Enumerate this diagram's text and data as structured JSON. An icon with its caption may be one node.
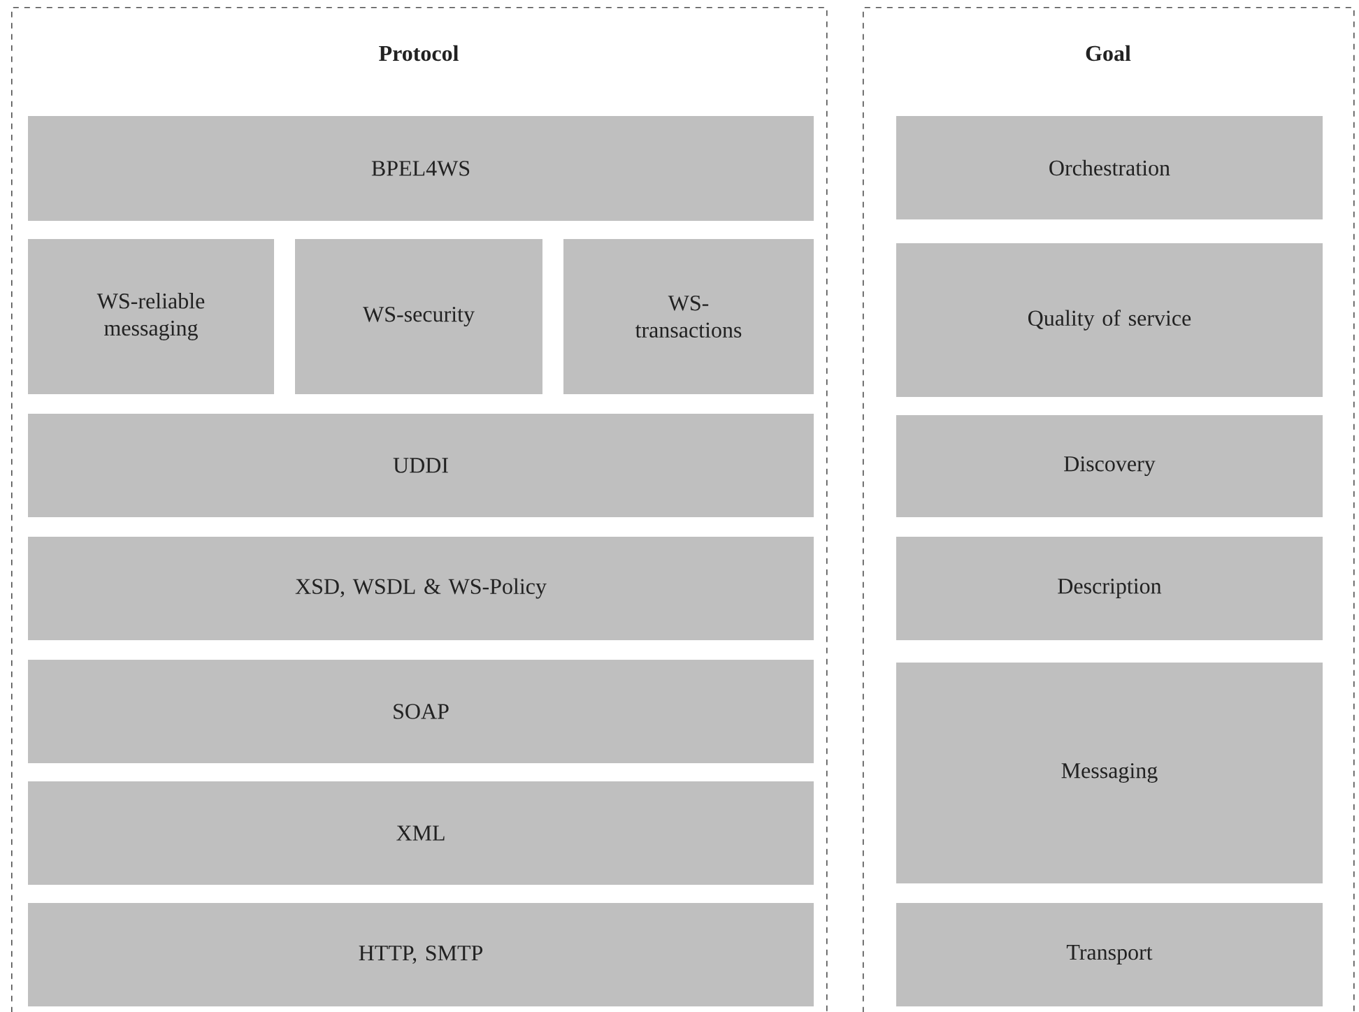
{
  "diagram": {
    "nodes": [
      {
        "text": [
          "Protocol"
        ]
      },
      {
        "text": [
          "BPEL4WS"
        ],
        "in": 0
      },
      {
        "text": [
          "WS-reliable messaging"
        ],
        "in": 0
      },
      {
        "text": [
          "WS-security"
        ],
        "in": 0
      },
      {
        "text": [
          "WS-transactions"
        ],
        "in": 0
      },
      {
        "text": [
          "UDDI"
        ],
        "in": 0
      },
      {
        "text": [
          "XSD, WSDL & WS-Policy"
        ],
        "in": 0
      },
      {
        "text": [
          "SOAP"
        ],
        "in": 0
      },
      {
        "text": [
          "XML"
        ],
        "in": 0
      },
      {
        "text": [
          "HTTP, SMTP"
        ],
        "in": 0
      },
      {
        "text": [
          "Goal"
        ]
      },
      {
        "text": [
          "Orchestration"
        ],
        "in": 10
      },
      {
        "text": [
          "Quality of service"
        ],
        "in": 10
      },
      {
        "text": [
          "Discovery"
        ],
        "in": 10
      },
      {
        "text": [
          "Description"
        ],
        "in": 10
      },
      {
        "text": [
          "Messaging"
        ],
        "in": 10
      },
      {
        "text": [
          "Transport"
        ],
        "in": 10
      }
    ],
    "edges": []
  }
}
